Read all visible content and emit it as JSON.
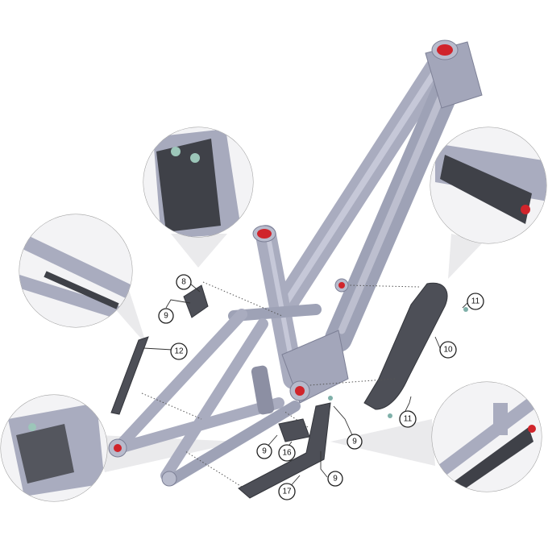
{
  "colors": {
    "frame": "#a9acbf",
    "frame_dark": "#7d8096",
    "frame_light": "#cdd0de",
    "guard": "#4d4f57",
    "guard_dark": "#33353b",
    "bearing_red": "#d0242b"
  },
  "callouts": [
    {
      "id": "c8",
      "label": "8"
    },
    {
      "id": "c9a",
      "label": "9"
    },
    {
      "id": "c12",
      "label": "12"
    },
    {
      "id": "c11a",
      "label": "11"
    },
    {
      "id": "c10",
      "label": "10"
    },
    {
      "id": "c11b",
      "label": "11"
    },
    {
      "id": "c9b",
      "label": "9"
    },
    {
      "id": "c9c",
      "label": "9"
    },
    {
      "id": "c16",
      "label": "16"
    },
    {
      "id": "c17",
      "label": "17"
    },
    {
      "id": "c9d",
      "label": "9"
    }
  ]
}
